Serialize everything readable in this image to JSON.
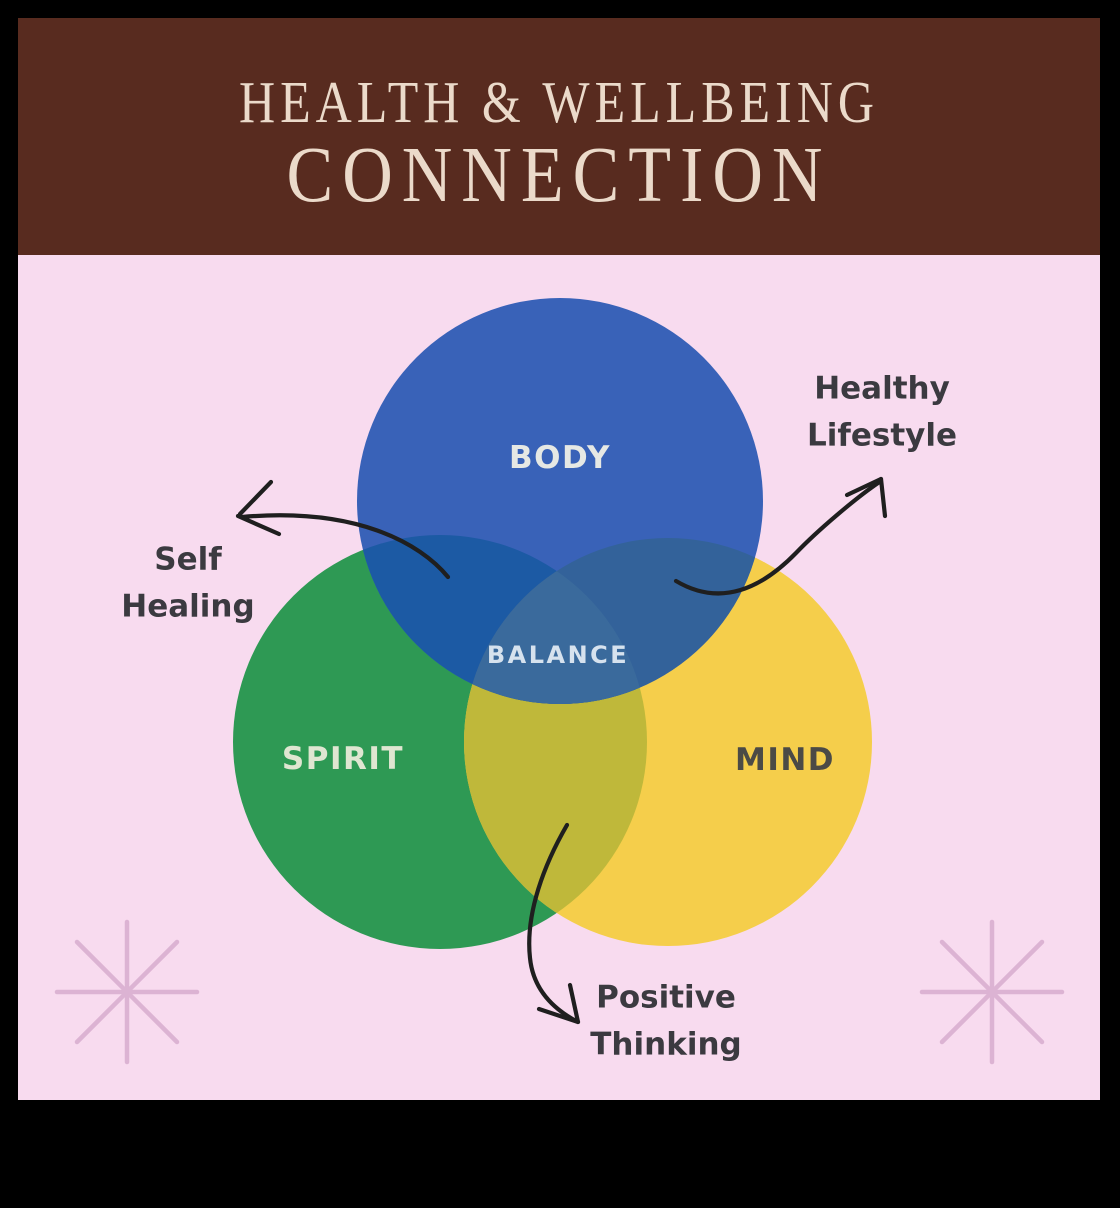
{
  "header": {
    "title_line1": "HEALTH & WELLBEING",
    "title_line2": "CONNECTION"
  },
  "venn": {
    "center_label": "BALANCE",
    "circles": [
      {
        "id": "body",
        "label": "BODY",
        "color": "#3962B8"
      },
      {
        "id": "spirit",
        "label": "SPIRIT",
        "color": "#2E9954"
      },
      {
        "id": "mind",
        "label": "MIND",
        "color": "#F5CE4B"
      }
    ],
    "overlap_colors": {
      "body_spirit": "#1C5AA4",
      "body_mind": "#33629A",
      "spirit_mind": "#BFB83A",
      "center": "#3A6A9C"
    }
  },
  "annotations": [
    {
      "id": "self-healing",
      "line1": "Self",
      "line2": "Healing"
    },
    {
      "id": "healthy-lifestyle",
      "line1": "Healthy",
      "line2": "Lifestyle"
    },
    {
      "id": "positive-thinking",
      "line1": "Positive",
      "line2": "Thinking"
    }
  ],
  "colors": {
    "frame": "#000000",
    "header_background": "#582B1F",
    "title_text": "#EBDACA",
    "background": "#F8DBEF",
    "balance_text": "#D6E2EE",
    "body_text": "#E6E8E4",
    "spirit_text": "#DFE6D1",
    "mind_text": "#4B4A46",
    "annotation_text": "#3B3A40",
    "arrow": "#1F1F1F",
    "star": "#DCB3D3"
  }
}
